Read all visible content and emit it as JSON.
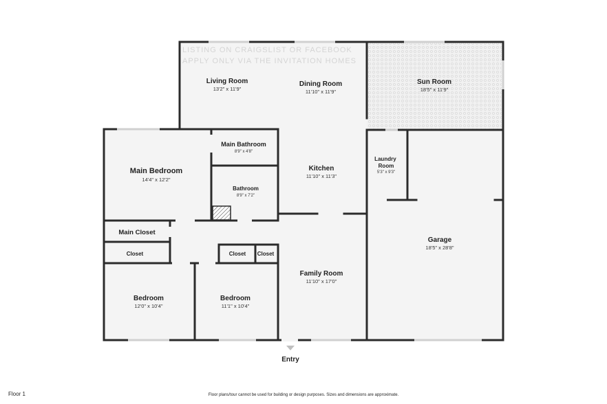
{
  "rooms": {
    "living_room": {
      "name": "Living Room",
      "dims": "13'2\" x 11'9\""
    },
    "dining_room": {
      "name": "Dining Room",
      "dims": "11'10\" x 11'9\""
    },
    "sun_room": {
      "name": "Sun Room",
      "dims": "18'5\" x 11'9\""
    },
    "main_bathroom": {
      "name": "Main Bathroom",
      "dims": "8'9\" x 4'8\""
    },
    "main_bedroom": {
      "name": "Main Bedroom",
      "dims": "14'4\" x 12'2\""
    },
    "bathroom": {
      "name": "Bathroom",
      "dims": "8'9\" x 7'2\""
    },
    "kitchen": {
      "name": "Kitchen",
      "dims": "11'10\" x 11'3\""
    },
    "laundry_room": {
      "name": "Laundry Room",
      "dims": "5'3\" x 9'3\""
    },
    "garage": {
      "name": "Garage",
      "dims": "18'5\" x 28'8\""
    },
    "main_closet": {
      "name": "Main Closet"
    },
    "closet_left": {
      "name": "Closet"
    },
    "closet_mid_1": {
      "name": "Closet"
    },
    "closet_mid_2": {
      "name": "Closet"
    },
    "family_room": {
      "name": "Family Room",
      "dims": "11'10\" x 17'0\""
    },
    "bedroom_1": {
      "name": "Bedroom",
      "dims": "12'0\" x 10'4\""
    },
    "bedroom_2": {
      "name": "Bedroom",
      "dims": "11'1\" x 10'4\""
    }
  },
  "entry_label": "Entry",
  "floor_label": "Floor 1",
  "disclaimer": "Floor plans/tour cannot be used for building or design purposes. Sizes and dimensions are approximate.",
  "colors": {
    "wall": "#2b2b2b",
    "floor": "#f4f4f4",
    "background": "#ffffff"
  }
}
